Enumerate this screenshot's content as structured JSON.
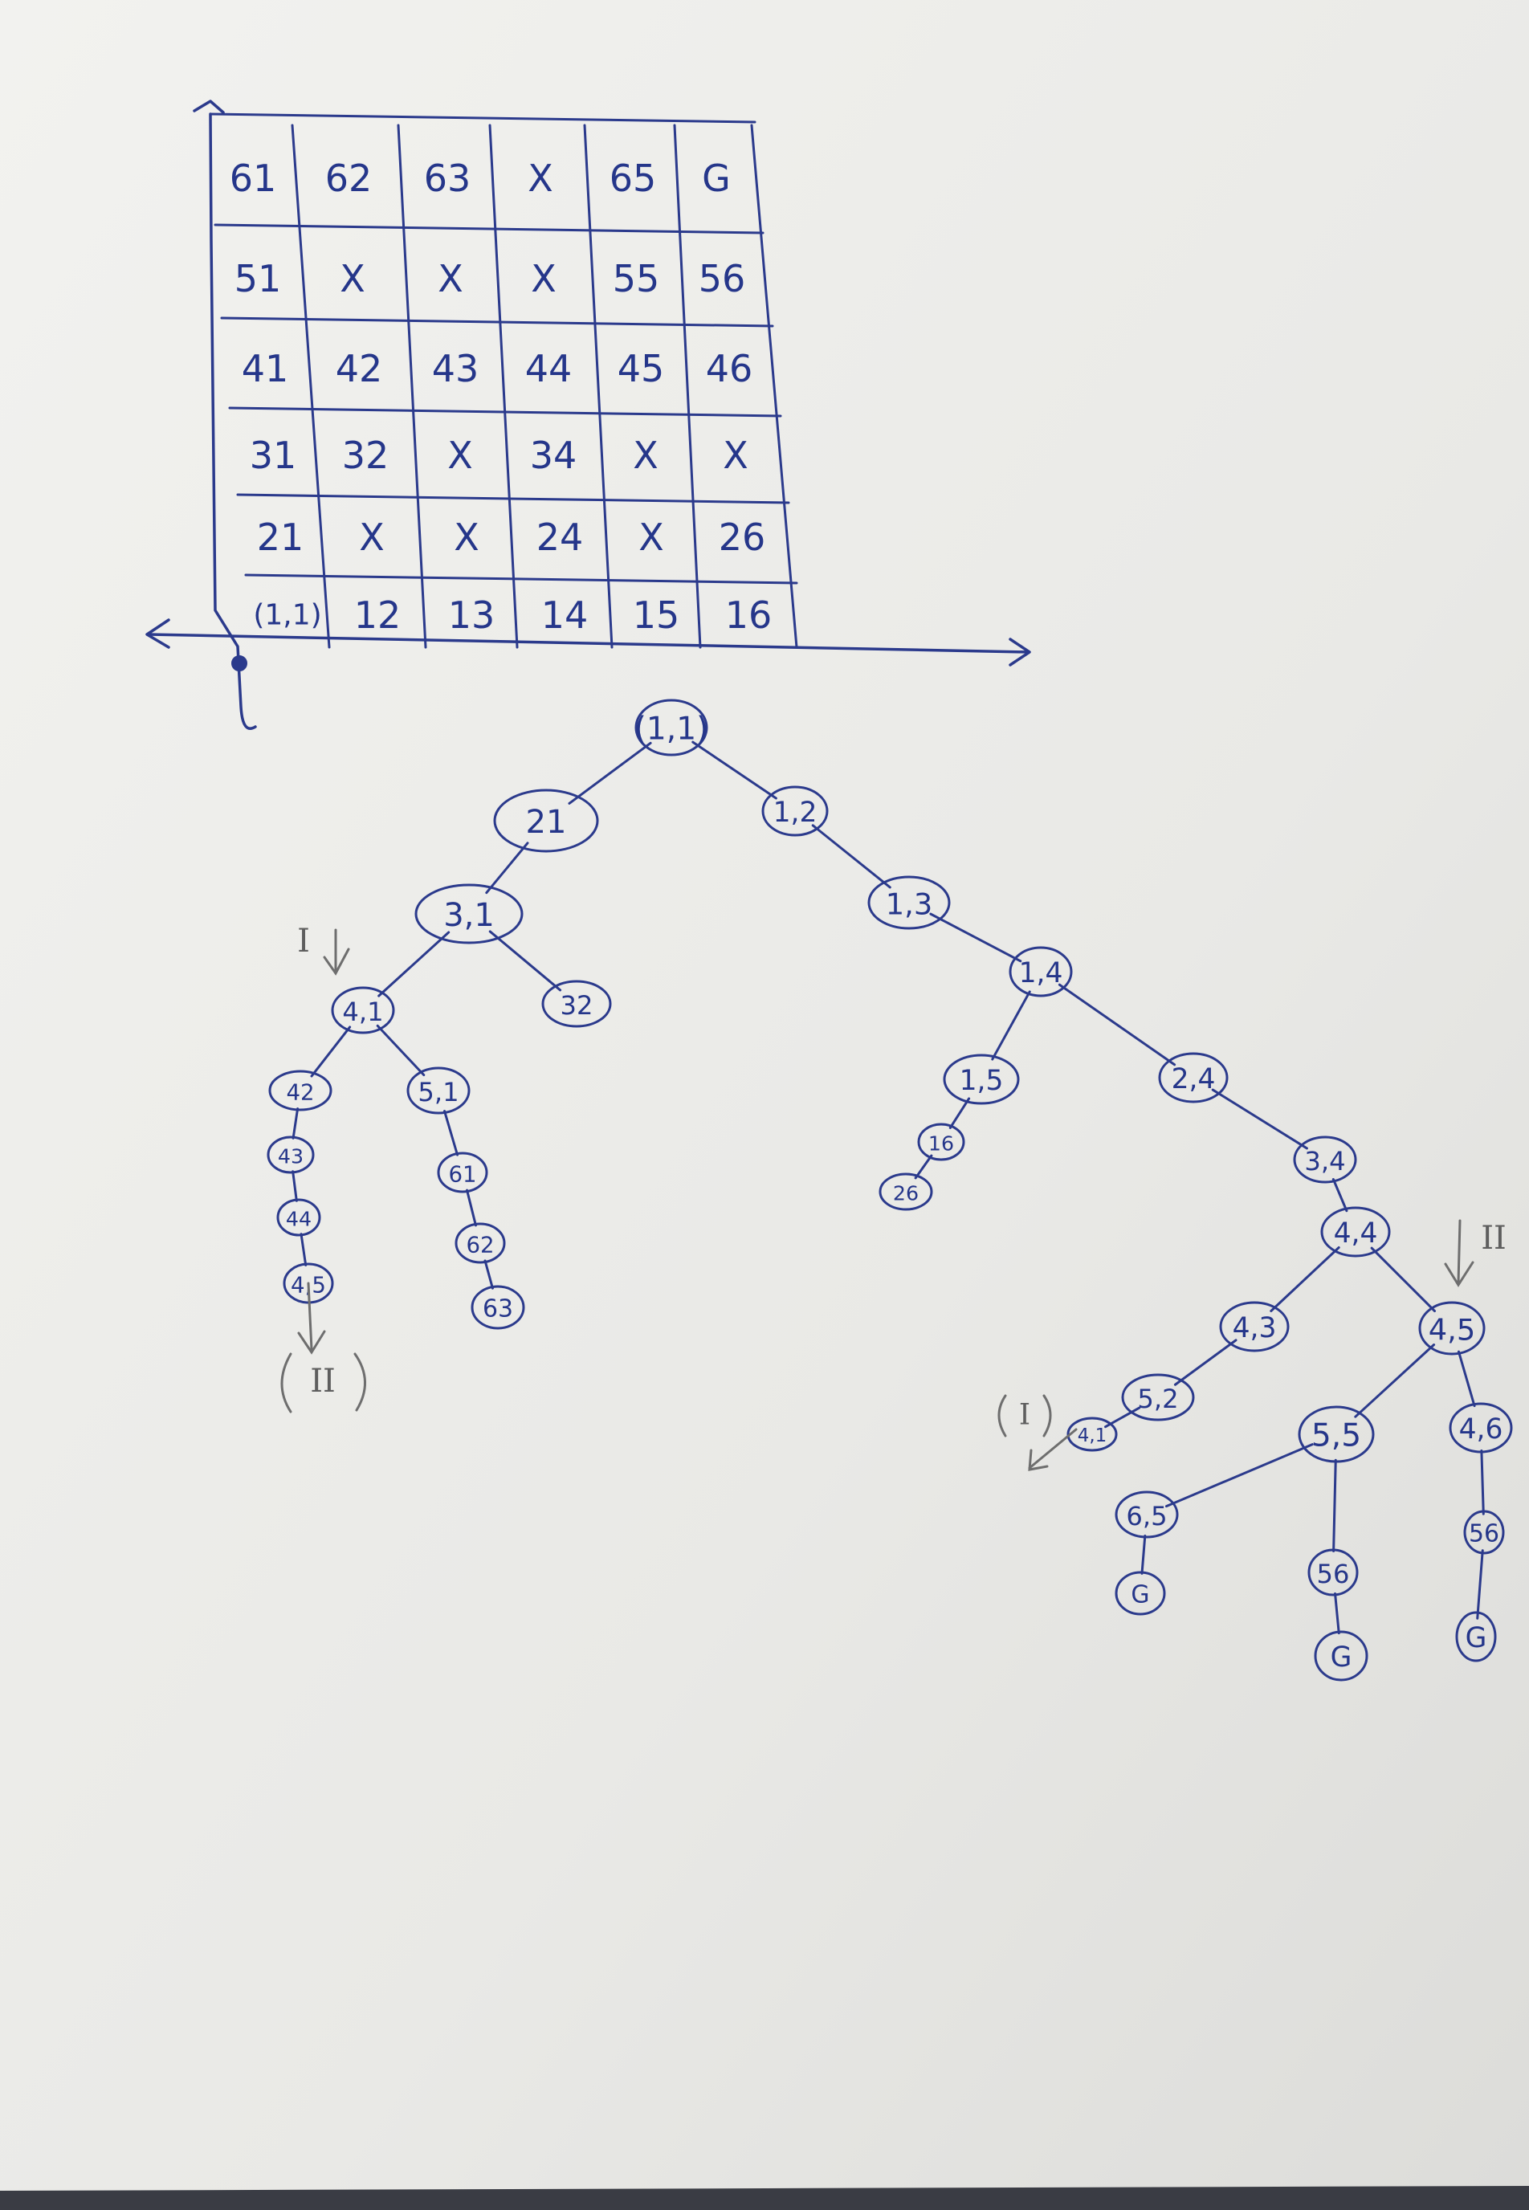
{
  "grid": {
    "rows": [
      [
        "61",
        "62",
        "63",
        "X",
        "65",
        "G"
      ],
      [
        "51",
        "X",
        "X",
        "X",
        "55",
        "56"
      ],
      [
        "41",
        "42",
        "43",
        "44",
        "45",
        "46"
      ],
      [
        "31",
        "32",
        "X",
        "34",
        "X",
        "X"
      ],
      [
        "21",
        "X",
        "X",
        "24",
        "X",
        "26"
      ],
      [
        "(1,1)",
        "12",
        "13",
        "14",
        "15",
        "16"
      ]
    ]
  },
  "tree": {
    "nodes": [
      {
        "id": "root",
        "label": "(1,1)"
      },
      {
        "id": "n21",
        "label": "21"
      },
      {
        "id": "n12",
        "label": "1,2"
      },
      {
        "id": "n31",
        "label": "3,1"
      },
      {
        "id": "n32",
        "label": "32"
      },
      {
        "id": "n41",
        "label": "4,1"
      },
      {
        "id": "n42",
        "label": "42"
      },
      {
        "id": "n43a",
        "label": "43"
      },
      {
        "id": "n44a",
        "label": "44"
      },
      {
        "id": "n45a",
        "label": "4,5"
      },
      {
        "id": "n51",
        "label": "5,1"
      },
      {
        "id": "n61",
        "label": "61"
      },
      {
        "id": "n62",
        "label": "62"
      },
      {
        "id": "n63",
        "label": "63"
      },
      {
        "id": "n13",
        "label": "1,3"
      },
      {
        "id": "n14",
        "label": "1,4"
      },
      {
        "id": "n15",
        "label": "1,5"
      },
      {
        "id": "n16",
        "label": "16"
      },
      {
        "id": "n26",
        "label": "26"
      },
      {
        "id": "n24",
        "label": "2,4"
      },
      {
        "id": "n34",
        "label": "3,4"
      },
      {
        "id": "n44",
        "label": "4,4"
      },
      {
        "id": "n43",
        "label": "4,3"
      },
      {
        "id": "n52",
        "label": "5,2"
      },
      {
        "id": "n41b",
        "label": "4,1"
      },
      {
        "id": "n45",
        "label": "4,5"
      },
      {
        "id": "n55",
        "label": "5,5"
      },
      {
        "id": "n65",
        "label": "6,5"
      },
      {
        "id": "nG1",
        "label": "G"
      },
      {
        "id": "n56",
        "label": "56"
      },
      {
        "id": "nG2",
        "label": "G"
      },
      {
        "id": "n46",
        "label": "4,6"
      },
      {
        "id": "n56b",
        "label": "56"
      },
      {
        "id": "nG3",
        "label": "G"
      }
    ],
    "edges": [
      [
        "root",
        "n21"
      ],
      [
        "root",
        "n12"
      ],
      [
        "n21",
        "n31"
      ],
      [
        "n31",
        "n41"
      ],
      [
        "n31",
        "n32"
      ],
      [
        "n41",
        "n42"
      ],
      [
        "n41",
        "n51"
      ],
      [
        "n42",
        "n43a"
      ],
      [
        "n43a",
        "n44a"
      ],
      [
        "n44a",
        "n45a"
      ],
      [
        "n51",
        "n61"
      ],
      [
        "n61",
        "n62"
      ],
      [
        "n62",
        "n63"
      ],
      [
        "n12",
        "n13"
      ],
      [
        "n13",
        "n14"
      ],
      [
        "n14",
        "n15"
      ],
      [
        "n14",
        "n24"
      ],
      [
        "n15",
        "n16"
      ],
      [
        "n16",
        "n26"
      ],
      [
        "n24",
        "n34"
      ],
      [
        "n34",
        "n44"
      ],
      [
        "n44",
        "n43"
      ],
      [
        "n44",
        "n45"
      ],
      [
        "n43",
        "n52"
      ],
      [
        "n52",
        "n41b"
      ],
      [
        "n45",
        "n55"
      ],
      [
        "n45",
        "n46"
      ],
      [
        "n55",
        "n65"
      ],
      [
        "n65",
        "nG1"
      ],
      [
        "n55",
        "n56"
      ],
      [
        "n56",
        "nG2"
      ],
      [
        "n46",
        "n56b"
      ],
      [
        "n56b",
        "nG3"
      ]
    ]
  },
  "marks": {
    "one": "I",
    "two": "II"
  }
}
